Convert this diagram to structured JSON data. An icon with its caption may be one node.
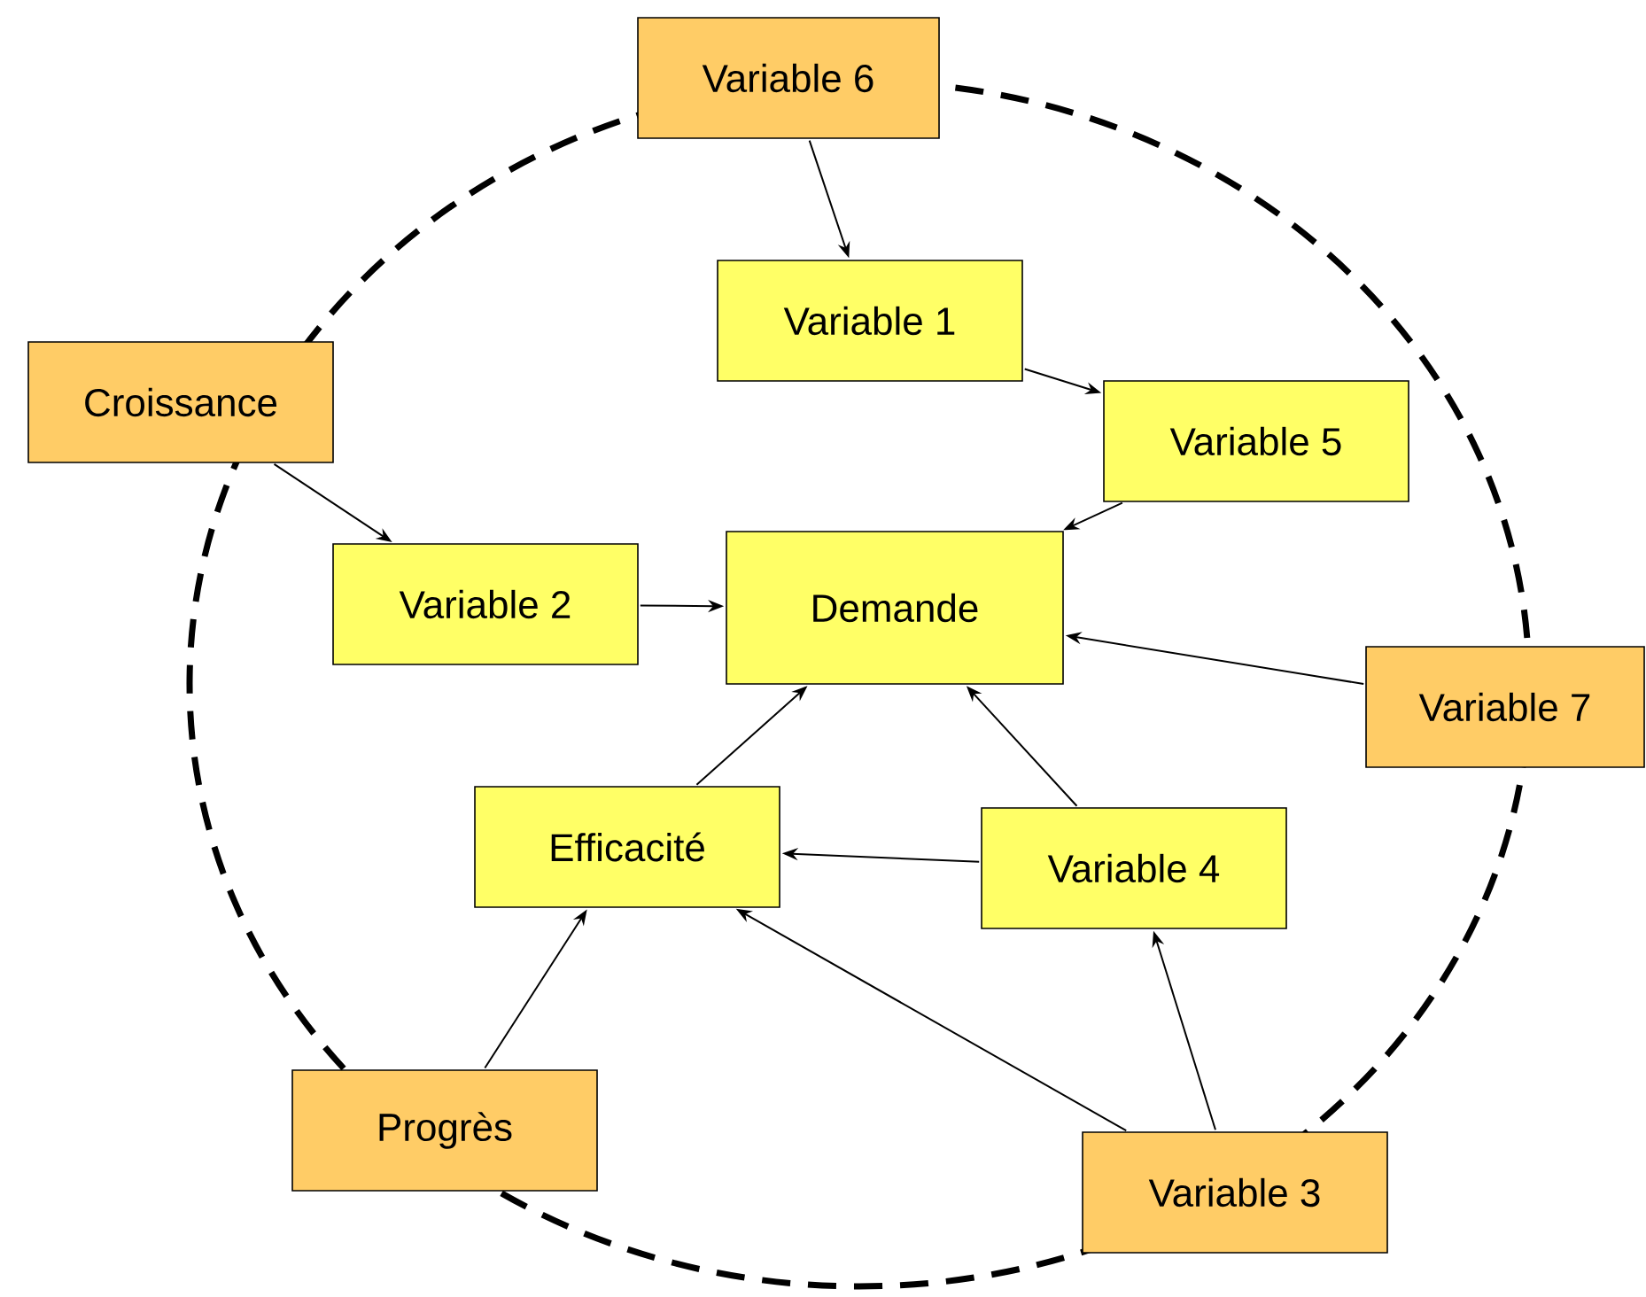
{
  "diagram": {
    "nodes": [
      {
        "text": [
          "Variable 6"
        ]
      },
      {
        "text": [
          "Croissance"
        ]
      },
      {
        "text": [
          "Variable 1"
        ]
      },
      {
        "text": [
          "Variable 5"
        ]
      },
      {
        "text": [
          "Variable 2"
        ]
      },
      {
        "text": [
          "Demande"
        ]
      },
      {
        "text": [
          "Variable 7"
        ]
      },
      {
        "text": [
          "Efficacité"
        ]
      },
      {
        "text": [
          "Variable 4"
        ]
      },
      {
        "text": [
          "Progrès"
        ]
      },
      {
        "text": [
          "Variable 3"
        ]
      }
    ],
    "edges": [
      {
        "from": 0,
        "to": 2,
        "arrow": "to"
      },
      {
        "from": 2,
        "to": 3,
        "arrow": "to"
      },
      {
        "from": 3,
        "to": 5,
        "arrow": "to"
      },
      {
        "from": 1,
        "to": 4,
        "arrow": "to"
      },
      {
        "from": 4,
        "to": 5,
        "arrow": "to"
      },
      {
        "from": 6,
        "to": 5,
        "arrow": "to"
      },
      {
        "from": 7,
        "to": 5,
        "arrow": "to"
      },
      {
        "from": 8,
        "to": 5,
        "arrow": "to"
      },
      {
        "from": 8,
        "to": 7,
        "arrow": "to"
      },
      {
        "from": 9,
        "to": 7,
        "arrow": "to"
      },
      {
        "from": 10,
        "to": 7,
        "arrow": "to"
      },
      {
        "from": 10,
        "to": 8,
        "arrow": "to"
      }
    ]
  }
}
